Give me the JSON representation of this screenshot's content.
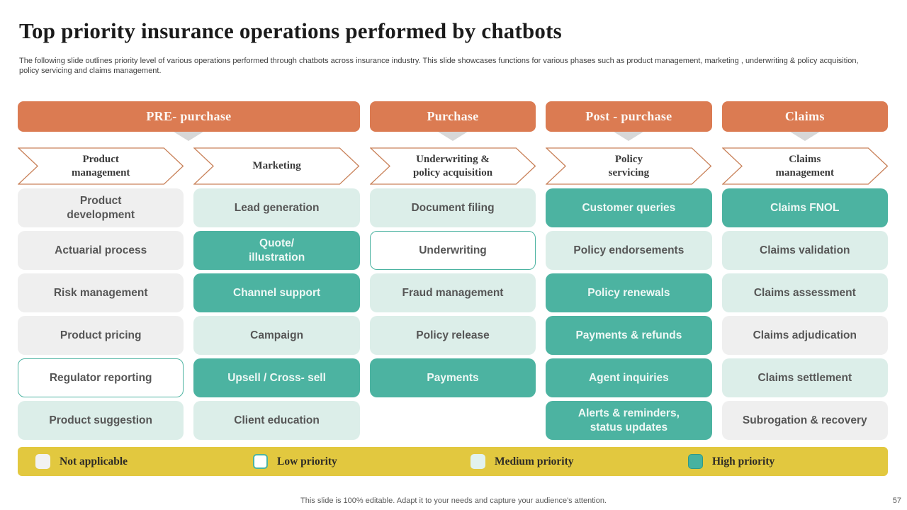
{
  "slide": {
    "title": "Top priority insurance operations performed by chatbots",
    "subtitle": "The following slide outlines priority level of various operations performed through chatbots across insurance industry. This slide showcases functions for various phases such as product management, marketing , underwriting & policy acquisition, policy servicing and claims management.",
    "footer_note": "This slide is 100% editable. Adapt it to your needs and capture your audience's attention.",
    "page_number": "57"
  },
  "colors": {
    "phase_orange": "#db7b52",
    "high_teal": "#4cb3a1",
    "medium_teal": "#dceee9",
    "not_applicable_gray": "#efefef",
    "legend_yellow": "#e2c83f",
    "chevron_border": "#c9825a"
  },
  "phases": [
    {
      "label": "PRE- purchase"
    },
    {
      "label": "Purchase"
    },
    {
      "label": "Post - purchase"
    },
    {
      "label": "Claims"
    }
  ],
  "columns": [
    {
      "header": "Product\nmanagement",
      "cells": [
        {
          "label": "Product\ndevelopment",
          "priority": "na"
        },
        {
          "label": "Actuarial process",
          "priority": "na"
        },
        {
          "label": "Risk management",
          "priority": "na"
        },
        {
          "label": "Product pricing",
          "priority": "na"
        },
        {
          "label": "Regulator reporting",
          "priority": "low"
        },
        {
          "label": "Product suggestion",
          "priority": "medium"
        }
      ]
    },
    {
      "header": "Marketing",
      "cells": [
        {
          "label": "Lead generation",
          "priority": "medium"
        },
        {
          "label": "Quote/\nillustration",
          "priority": "high"
        },
        {
          "label": "Channel support",
          "priority": "high"
        },
        {
          "label": "Campaign",
          "priority": "medium"
        },
        {
          "label": "Upsell / Cross- sell",
          "priority": "high"
        },
        {
          "label": "Client education",
          "priority": "medium"
        }
      ]
    },
    {
      "header": "Underwriting &\npolicy acquisition",
      "cells": [
        {
          "label": "Document filing",
          "priority": "medium"
        },
        {
          "label": "Underwriting",
          "priority": "low"
        },
        {
          "label": "Fraud management",
          "priority": "medium"
        },
        {
          "label": "Policy release",
          "priority": "medium"
        },
        {
          "label": "Payments",
          "priority": "high"
        },
        {
          "label": "",
          "priority": "none"
        }
      ]
    },
    {
      "header": "Policy\nservicing",
      "cells": [
        {
          "label": "Customer queries",
          "priority": "high"
        },
        {
          "label": "Policy endorsements",
          "priority": "medium"
        },
        {
          "label": "Policy renewals",
          "priority": "high"
        },
        {
          "label": "Payments & refunds",
          "priority": "high"
        },
        {
          "label": "Agent inquiries",
          "priority": "high"
        },
        {
          "label": "Alerts & reminders,\nstatus updates",
          "priority": "high"
        }
      ]
    },
    {
      "header": "Claims\nmanagement",
      "cells": [
        {
          "label": "Claims FNOL",
          "priority": "high"
        },
        {
          "label": "Claims validation",
          "priority": "medium"
        },
        {
          "label": "Claims assessment",
          "priority": "medium"
        },
        {
          "label": "Claims adjudication",
          "priority": "na"
        },
        {
          "label": "Claims settlement",
          "priority": "medium"
        },
        {
          "label": "Subrogation & recovery",
          "priority": "na"
        }
      ]
    }
  ],
  "legend": [
    {
      "label": "Not applicable",
      "priority": "na"
    },
    {
      "label": "Low priority",
      "priority": "low"
    },
    {
      "label": "Medium priority",
      "priority": "medium"
    },
    {
      "label": "High priority",
      "priority": "high"
    }
  ]
}
